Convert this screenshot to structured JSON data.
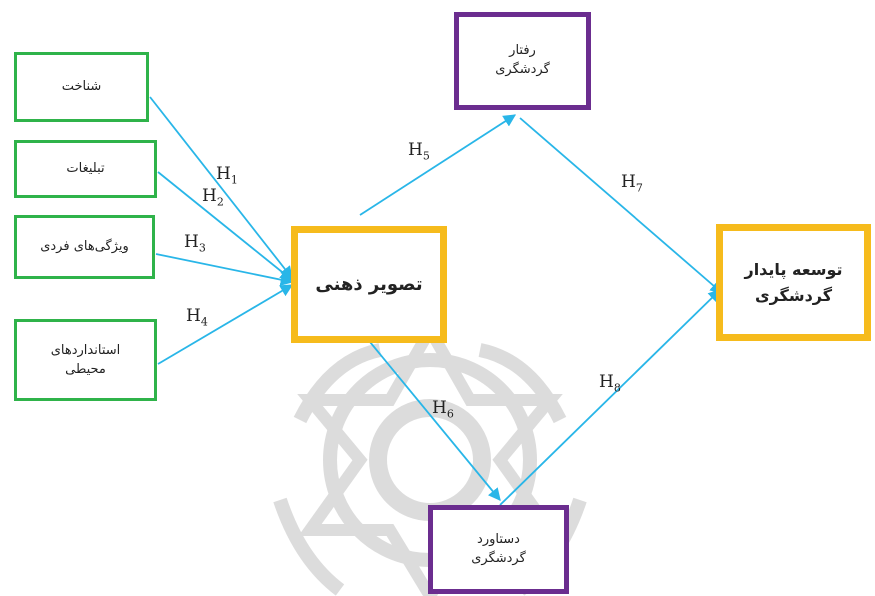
{
  "diagram": {
    "independent_vars": [
      {
        "label": "شناخت"
      },
      {
        "label": "تبلیغات"
      },
      {
        "label": "ویژگی‌های فردی"
      },
      {
        "label_line1": "استانداردهای",
        "label_line2": "محیطی"
      }
    ],
    "mediator": {
      "label": "تصویر ذهنی"
    },
    "behavior": {
      "line1": "رفتار",
      "line2": "گردشگری"
    },
    "outcome": {
      "line1": "دستاورد",
      "line2": "گردشگری"
    },
    "dependent": {
      "line1": "توسعه پایدار",
      "line2": "گردشگری"
    },
    "hypotheses": [
      {
        "base": "H",
        "sub": "1"
      },
      {
        "base": "H",
        "sub": "2"
      },
      {
        "base": "H",
        "sub": "3"
      },
      {
        "base": "H",
        "sub": "4"
      },
      {
        "base": "H",
        "sub": "5"
      },
      {
        "base": "H",
        "sub": "6"
      },
      {
        "base": "H",
        "sub": "7"
      },
      {
        "base": "H",
        "sub": "8"
      }
    ],
    "colors": {
      "arrow": "#29b6e8",
      "green_border": "#2fb34a",
      "purple_border": "#6b2d8f",
      "yellow_border": "#f6bb1c",
      "watermark": "#d9d9d9"
    }
  }
}
